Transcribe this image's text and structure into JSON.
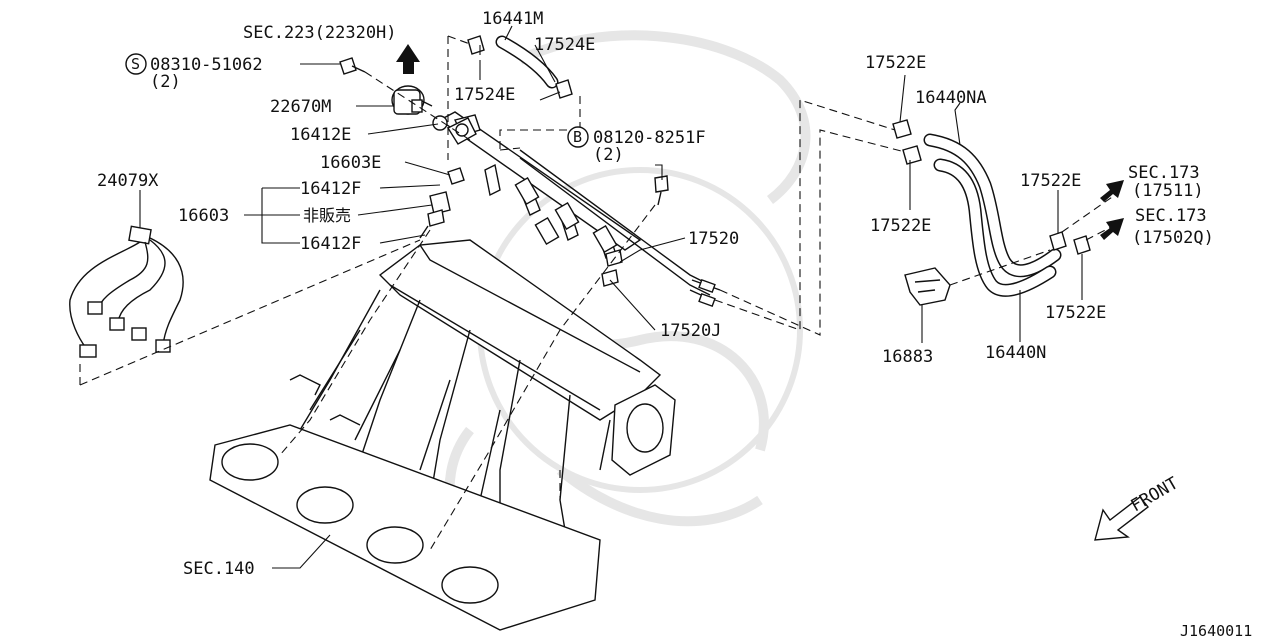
{
  "labels": {
    "sec223": "SEC.223(22320H)",
    "p16441m": "16441M",
    "p17524e_top": "17524E",
    "p17524e_mid": "17524E",
    "s_prefix": "S",
    "bolt_s": "08310-51062",
    "bolt_s_qty": "(2)",
    "p22670m": "22670M",
    "p16412e": "16412E",
    "b_prefix": "B",
    "bolt_b": "08120-8251F",
    "bolt_b_qty": "(2)",
    "p16603e": "16603E",
    "p24079x": "24079X",
    "p16412f_top": "16412F",
    "p16603": "16603",
    "not_for_sale": "非販売",
    "p16412f_bot": "16412F",
    "p17520": "17520",
    "p17520j": "17520J",
    "sec140": "SEC.140",
    "p17522e_a": "17522E",
    "p16440na": "16440NA",
    "p17522e_b": "17522E",
    "p17522e_c": "17522E",
    "sec173_a": "SEC.173",
    "sec173_a_ref": "(17511)",
    "sec173_b": "SEC.173",
    "sec173_b_ref": "(17502Q)",
    "p17522e_d": "17522E",
    "p16883": "16883",
    "p16440n": "16440N",
    "front": "FRONT",
    "diagram_code": "J1640011"
  },
  "icons": {
    "arrow": "filled-arrow-icon",
    "front_arrow": "outline-arrow-icon",
    "circled_letter": "circle-letter-icon"
  }
}
